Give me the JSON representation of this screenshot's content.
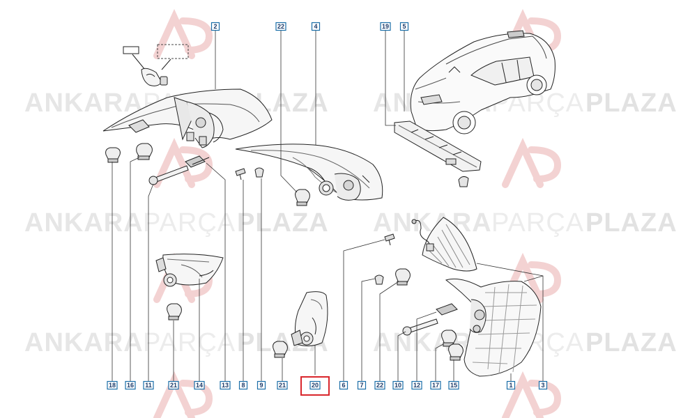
{
  "watermark": {
    "word1": "ANKARA",
    "word2": "PARÇA",
    "word3": "PLAZA",
    "logo_color": "#f3c9c9",
    "text_color": "#e8e8e8",
    "bold_color": "#dcdcdc"
  },
  "callouts": {
    "top": [
      "2",
      "22",
      "4",
      "19",
      "5"
    ],
    "bottom": [
      "18",
      "16",
      "11",
      "21",
      "14",
      "13",
      "8",
      "9",
      "21",
      "20",
      "6",
      "7",
      "22",
      "10",
      "12",
      "17",
      "15",
      "1",
      "3"
    ],
    "highlighted": "20",
    "box_color": "#1a6ea8",
    "highlight_color": "#d9262c"
  }
}
